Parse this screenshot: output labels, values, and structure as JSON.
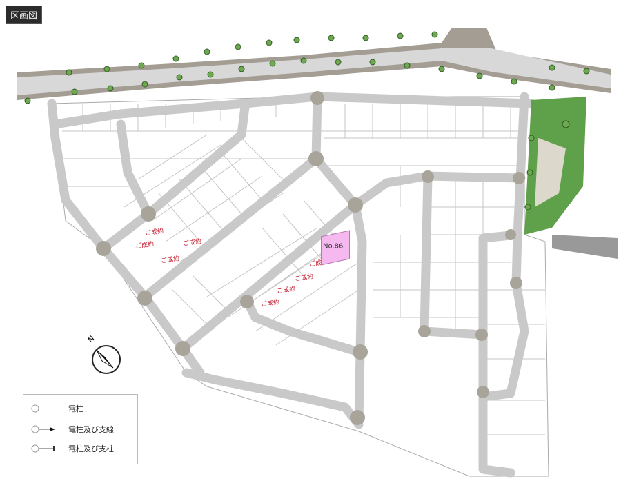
{
  "title": "区画図",
  "sold_label": "ご成約",
  "highlight_lot": {
    "label": "No.86",
    "color": "#f5b8ef"
  },
  "north_label": "N",
  "legend": {
    "items": [
      {
        "icon": "pole-circle",
        "label": "電柱"
      },
      {
        "icon": "pole-with-guy-wire",
        "label": "電柱及び支線"
      },
      {
        "icon": "pole-with-support-pole",
        "label": "電柱及び支柱"
      }
    ]
  },
  "colors": {
    "road": "#c9c9c9",
    "lot_line": "#b5b5b5",
    "park": "#5fa04a",
    "sold_text": "#c0182a"
  }
}
